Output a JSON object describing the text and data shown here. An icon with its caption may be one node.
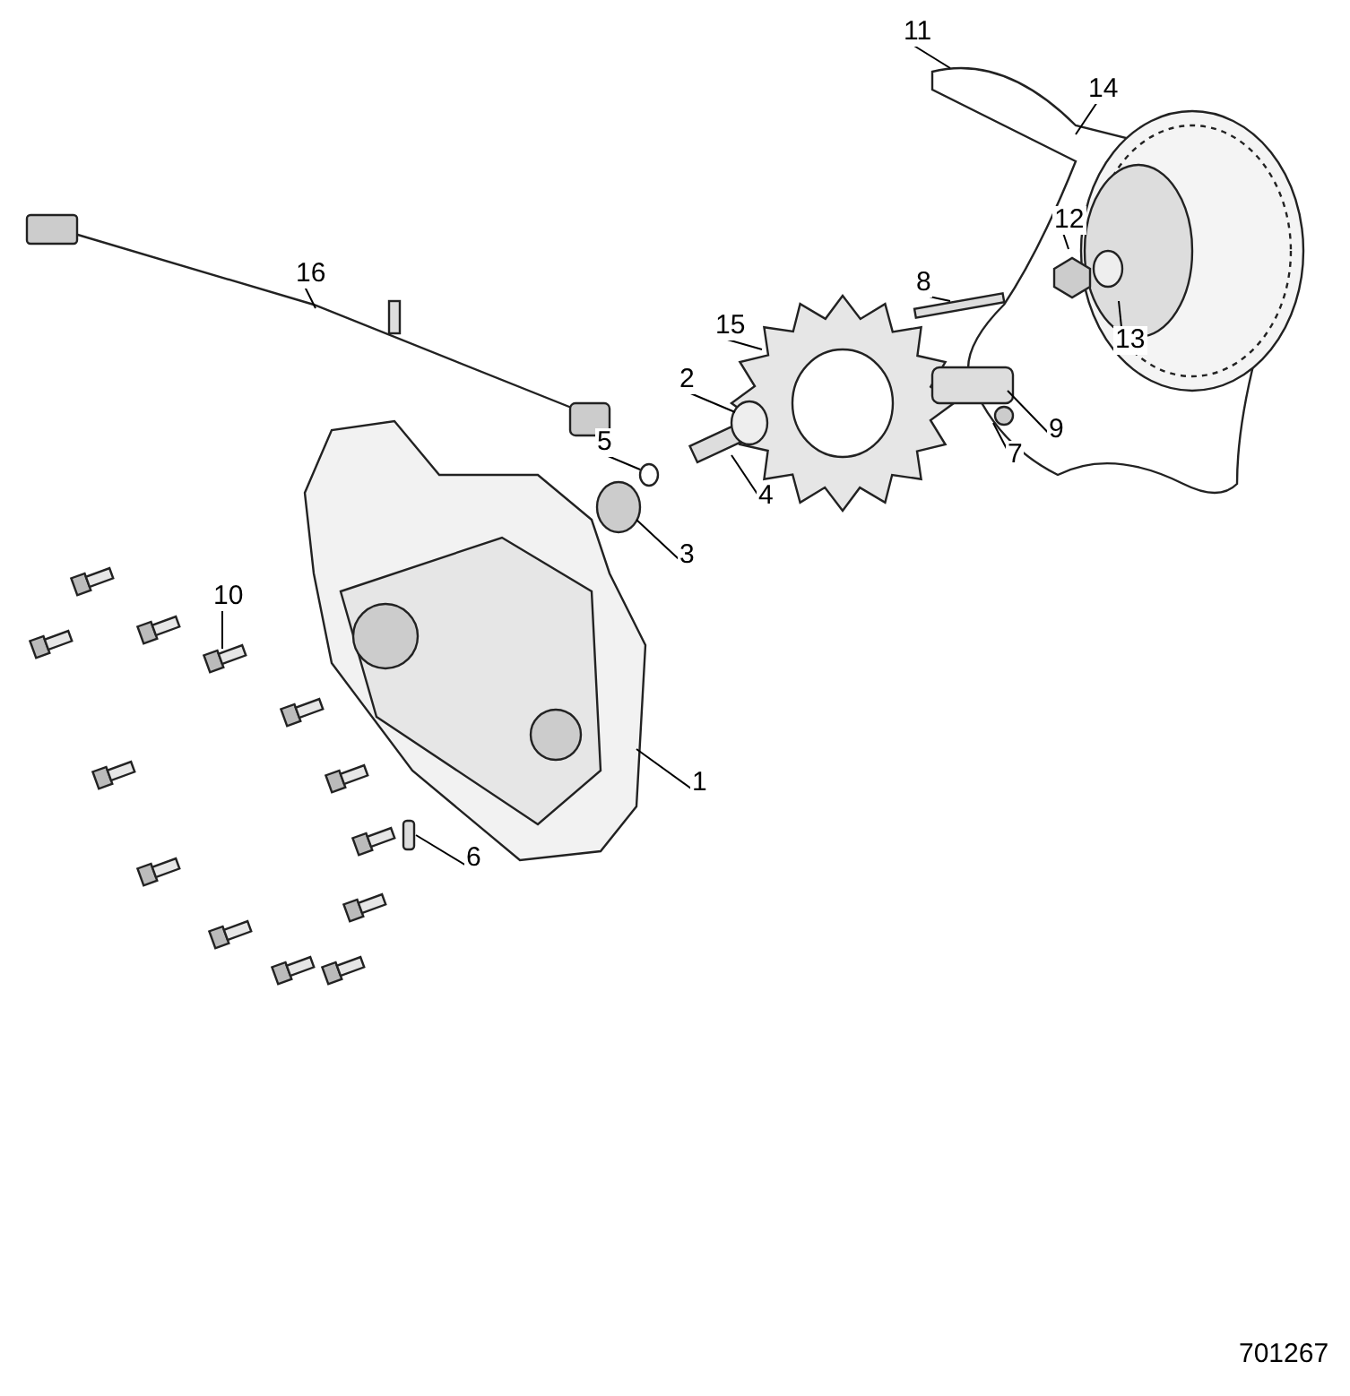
{
  "diagram": {
    "nodes": [
      {
        "text": [
          "16"
        ]
      },
      {
        "text": [
          "11"
        ]
      },
      {
        "text": [
          "14"
        ]
      },
      {
        "text": [
          "12"
        ]
      },
      {
        "text": [
          "8"
        ]
      },
      {
        "text": [
          "15"
        ]
      },
      {
        "text": [
          "13"
        ]
      },
      {
        "text": [
          "2"
        ]
      },
      {
        "text": [
          "9"
        ]
      },
      {
        "text": [
          "5"
        ]
      },
      {
        "text": [
          "7"
        ]
      },
      {
        "text": [
          "4"
        ]
      },
      {
        "text": [
          "3"
        ]
      },
      {
        "text": [
          "10"
        ]
      },
      {
        "text": [
          "1"
        ]
      },
      {
        "text": [
          "6"
        ]
      }
    ],
    "edges": [
      {
        "from": 0,
        "to": null,
        "arrow": "none"
      },
      {
        "from": 1,
        "to": null,
        "arrow": "none"
      },
      {
        "from": 2,
        "to": null,
        "arrow": "none"
      },
      {
        "from": 3,
        "to": null,
        "arrow": "none"
      },
      {
        "from": 4,
        "to": null,
        "arrow": "none"
      },
      {
        "from": 5,
        "to": null,
        "arrow": "none"
      },
      {
        "from": 6,
        "to": null,
        "arrow": "none"
      },
      {
        "from": 7,
        "to": null,
        "arrow": "none"
      },
      {
        "from": 8,
        "to": null,
        "arrow": "none"
      },
      {
        "from": 9,
        "to": null,
        "arrow": "none"
      },
      {
        "from": 10,
        "to": null,
        "arrow": "none"
      },
      {
        "from": 11,
        "to": null,
        "arrow": "none"
      },
      {
        "from": 12,
        "to": null,
        "arrow": "none"
      },
      {
        "from": 13,
        "to": null,
        "arrow": "none"
      },
      {
        "from": 14,
        "to": null,
        "arrow": "none"
      },
      {
        "from": 15,
        "to": null,
        "arrow": "none"
      }
    ],
    "labels": [
      "701267"
    ]
  }
}
